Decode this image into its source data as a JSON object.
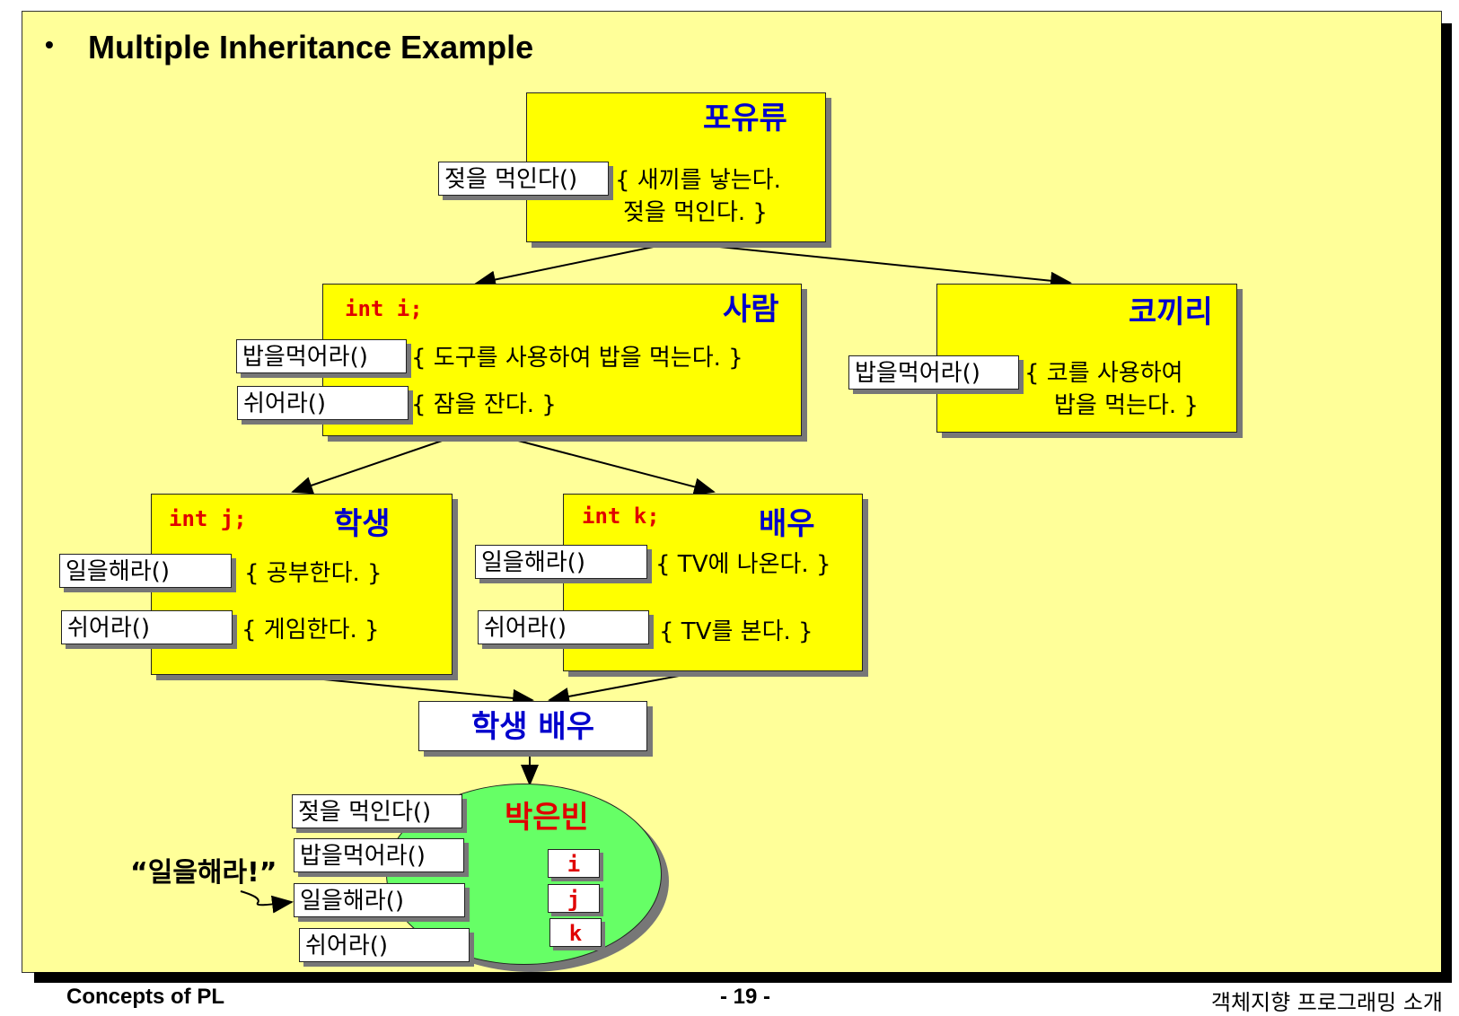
{
  "slide": {
    "bullet": "•",
    "title": "Multiple Inheritance Example"
  },
  "classes": {
    "mammal": {
      "name": "포유류",
      "method": "젖을 먹인다()",
      "body_line1": "{ 새끼를 낳는다.",
      "body_line2": "젖을 먹인다. }"
    },
    "person": {
      "name": "사람",
      "var": "int i;",
      "method1": "밥을먹어라()",
      "body1": "{ 도구를 사용하여 밥을 먹는다. }",
      "method2": "쉬어라()",
      "body2": "{ 잠을 잔다. }"
    },
    "elephant": {
      "name": "코끼리",
      "method": "밥을먹어라()",
      "body_line1": "{ 코를 사용하여",
      "body_line2": "밥을 먹는다. }"
    },
    "student": {
      "name": "학생",
      "var": "int j;",
      "method1": "일을해라()",
      "body1": "{ 공부한다. }",
      "method2": "쉬어라()",
      "body2": "{ 게임한다. }"
    },
    "actor": {
      "name": "배우",
      "var": "int k;",
      "method1": "일을해라()",
      "body1": "{ TV에 나온다. }",
      "method2": "쉬어라()",
      "body2": "{ TV를 본다. }"
    },
    "student_actor": {
      "name": "학생 배우"
    }
  },
  "object": {
    "name": "박은빈",
    "methods": [
      "젖을 먹인다()",
      "밥을먹어라()",
      "일을해라()",
      "쉬어라()"
    ],
    "vars": [
      "i",
      "j",
      "k"
    ],
    "call": "“일을해라!”"
  },
  "footer": {
    "left": "Concepts of PL",
    "page": "- 19 -",
    "right": "객체지향 프로그래밍 소개"
  }
}
